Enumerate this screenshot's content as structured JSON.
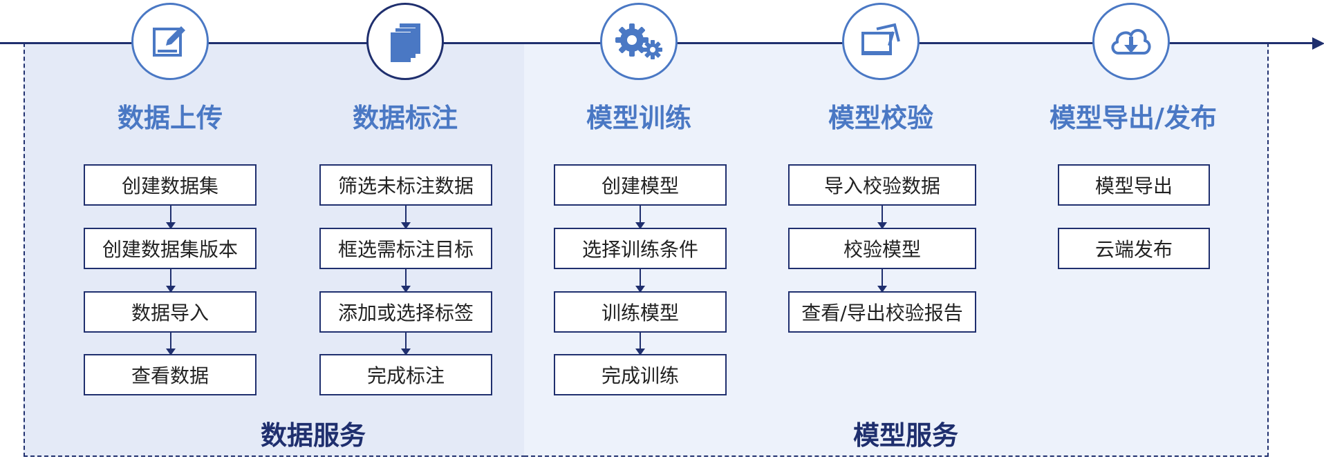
{
  "colors": {
    "accent": "#4a78c4",
    "dark": "#1f2f6e",
    "panel_data_bg": "#e4eaf7",
    "panel_model_bg": "#edf2fb"
  },
  "services": [
    {
      "label": "数据服务"
    },
    {
      "label": "模型服务"
    }
  ],
  "sections": [
    {
      "title": "数据上传",
      "icon": "edit-icon",
      "steps": [
        "创建数据集",
        "创建数据集版本",
        "数据导入",
        "查看数据"
      ]
    },
    {
      "title": "数据标注",
      "icon": "documents-icon",
      "steps": [
        "筛选未标注数据",
        "框选需标注目标",
        "添加或选择标签",
        "完成标注"
      ]
    },
    {
      "title": "模型训练",
      "icon": "gears-icon",
      "steps": [
        "创建模型",
        "选择训练条件",
        "训练模型",
        "完成训练"
      ]
    },
    {
      "title": "模型校验",
      "icon": "monitor-icon",
      "steps": [
        "导入校验数据",
        "校验模型",
        "查看/导出校验报告"
      ]
    },
    {
      "title": "模型导出/发布",
      "icon": "cloud-download-icon",
      "steps": [
        "模型导出",
        "云端发布"
      ]
    }
  ]
}
